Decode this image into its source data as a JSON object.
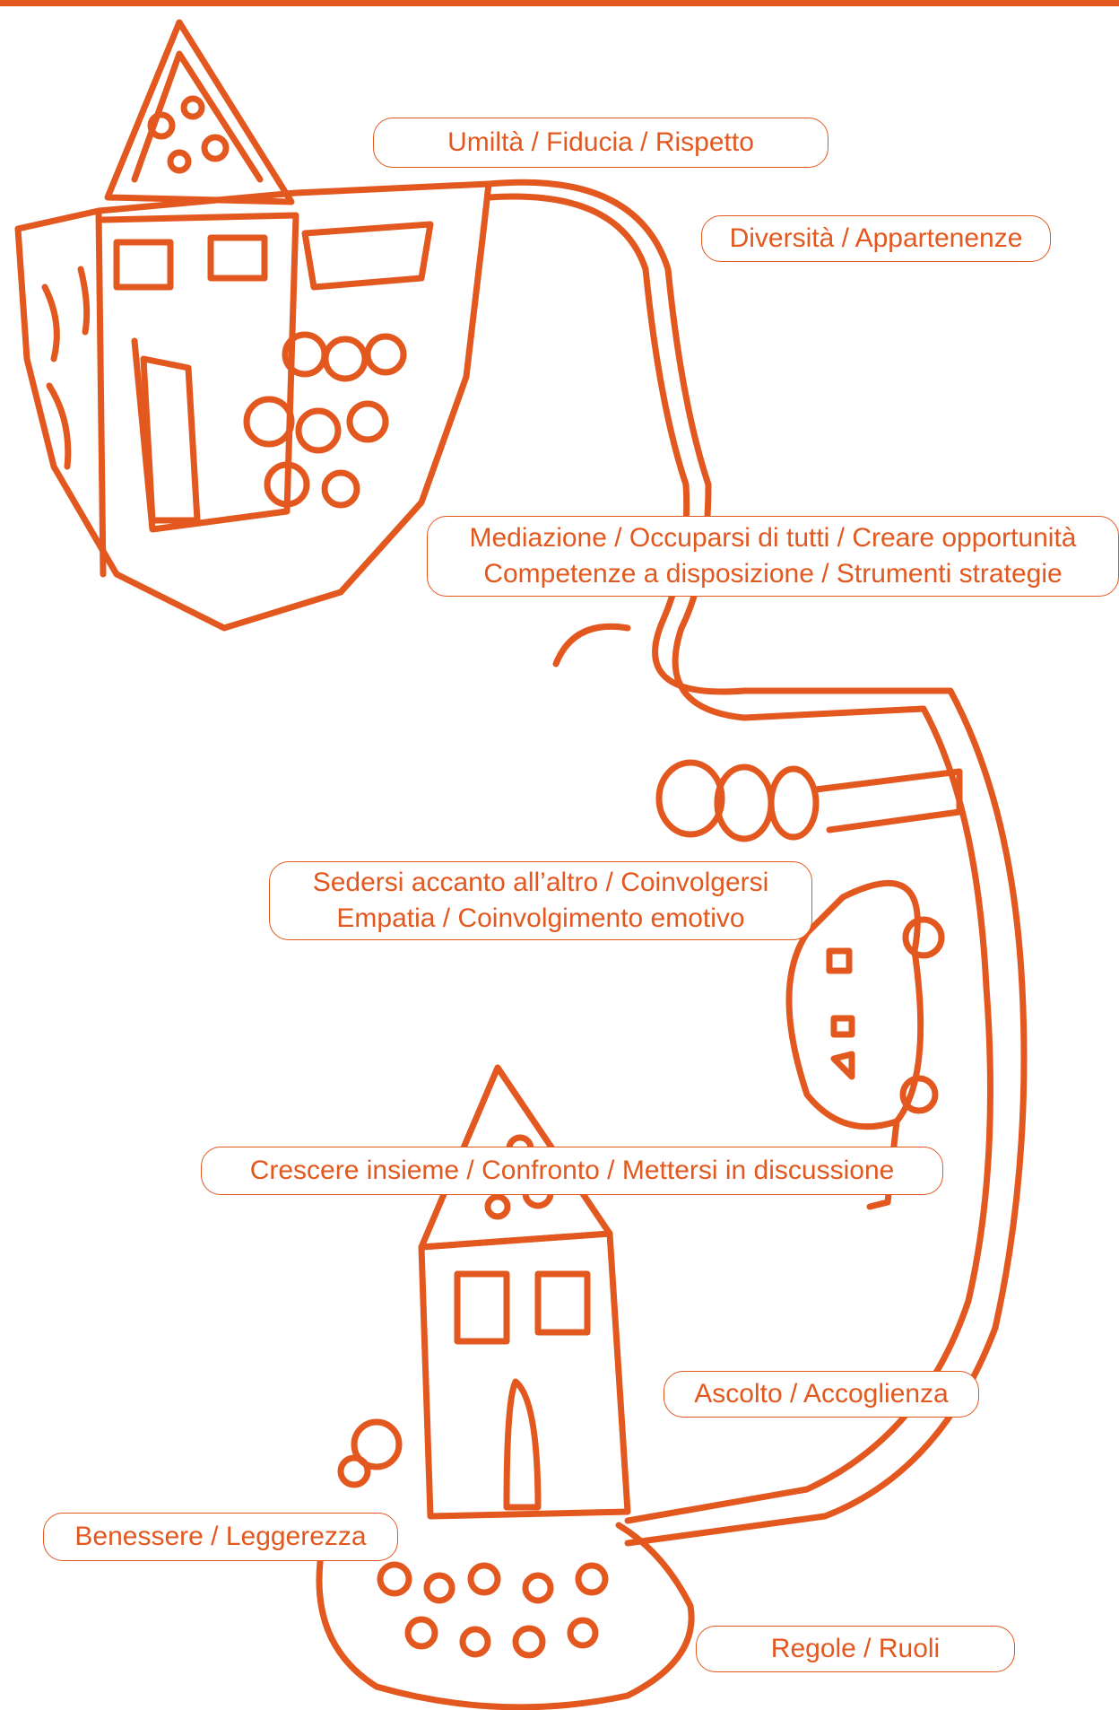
{
  "colors": {
    "accent": "#e2581f",
    "background": "#ffffff"
  },
  "labels": {
    "l1": "Umiltà / Fiducia / Rispetto",
    "l2": "Diversità / Appartenenze",
    "l3a": "Mediazione / Occuparsi di tutti / Creare opportunità",
    "l3b": "Competenze a disposizione / Strumenti strategie",
    "l4a": "Sedersi accanto all’altro / Coinvolgersi",
    "l4b": "Empatia / Coinvolgimento emotivo",
    "l5": "Crescere insieme / Confronto / Mettersi in discussione",
    "l6": "Ascolto / Accoglienza",
    "l7": "Benessere / Leggerezza",
    "l8": "Regole / Ruoli"
  }
}
